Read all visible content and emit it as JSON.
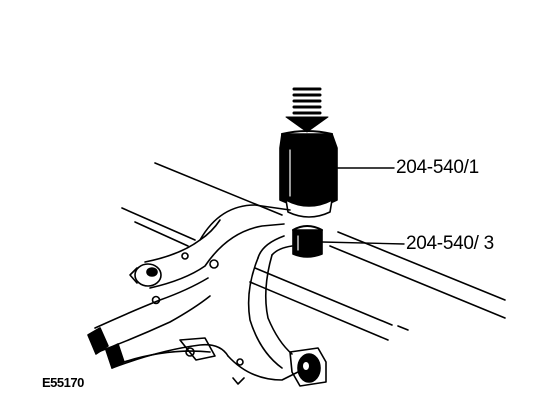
{
  "figure": {
    "id_code": "E55170",
    "callouts": [
      {
        "label": "204-540/1"
      },
      {
        "label": "204-540/ 3"
      }
    ]
  },
  "colors": {
    "ink": "#000000",
    "paper": "#ffffff"
  }
}
